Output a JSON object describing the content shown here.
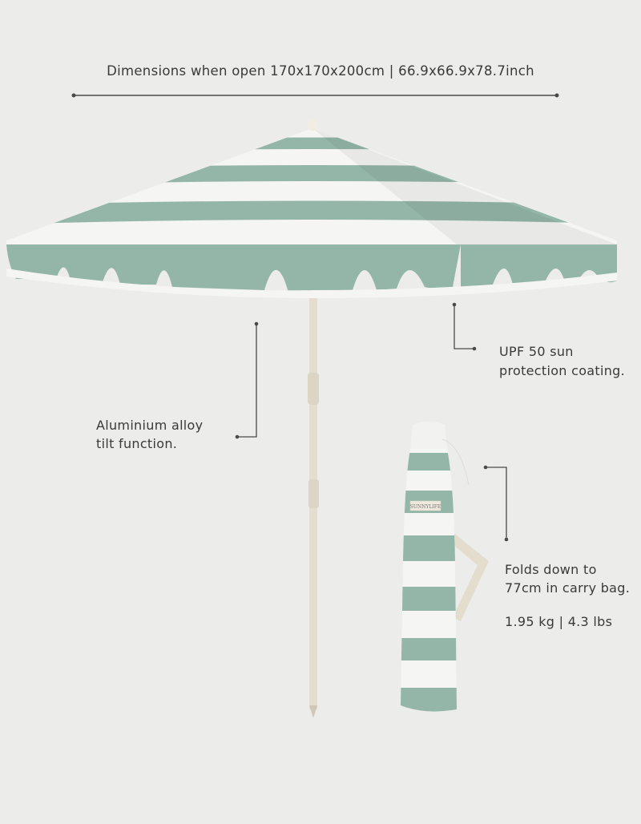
{
  "header": {
    "dimensions": "Dimensions when open 170x170x200cm | 66.9x66.9x78.7inch"
  },
  "callouts": {
    "pole": {
      "line1": "Aluminium alloy",
      "line2": "tilt function."
    },
    "canopy": {
      "line1": "UPF 50 sun",
      "line2": "protection coating."
    },
    "bag": {
      "line1": "Folds down to",
      "line2": "77cm in carry bag.",
      "weight": "1.95 kg | 4.3 lbs"
    }
  },
  "bag_label": "SUNNYLIFE",
  "colors": {
    "background": "#ececeb",
    "stripe_green": "#93b6a8",
    "stripe_white": "#f5f5f3",
    "pole": "#e6e0d2",
    "text": "#3a3a38"
  }
}
